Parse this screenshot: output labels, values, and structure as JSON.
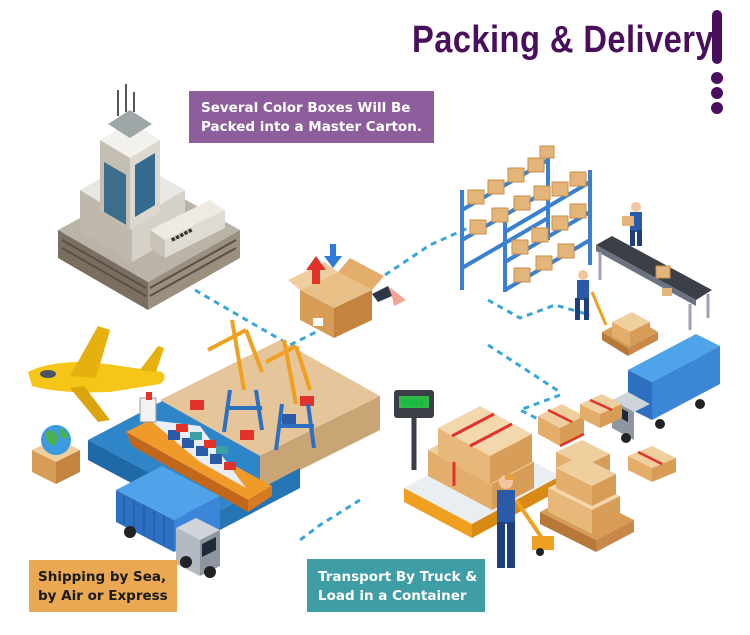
{
  "header": {
    "title": "Packing & Delivery"
  },
  "labels": {
    "carton": {
      "line1": "Several Color Boxes Will Be",
      "line2": "Packed into a Master Carton."
    },
    "sea": {
      "line1": "Shipping by Sea,",
      "line2": "by Air or Express"
    },
    "truck": {
      "line1": "Transport By Truck &",
      "line2": "Load in a Container"
    }
  },
  "colors": {
    "title": "#4a0f5c",
    "carton_label": "#8e5d9c",
    "sea_label": "#e9a851",
    "truck_label": "#3f9ea5",
    "connector": "#3aa6d8",
    "accent_dots": "#4a0f5c"
  },
  "icons": [
    "office-building-icon",
    "open-box-icon",
    "warehouse-shelves-icon",
    "airplane-icon",
    "globe-parcel-icon",
    "cargo-ship-icon",
    "port-crane-icon",
    "container-truck-icon",
    "delivery-truck-icon",
    "weighing-scale-icon",
    "conveyor-belt-icon",
    "pallet-jack-worker-icon"
  ]
}
